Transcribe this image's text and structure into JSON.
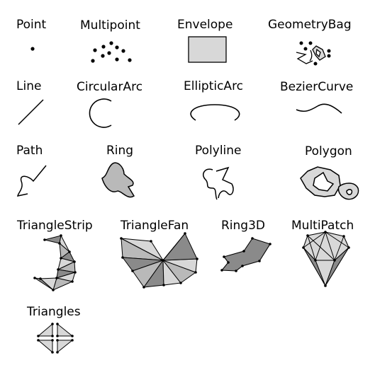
{
  "colors": {
    "fill_light": "#d8d8d8",
    "fill_mid": "#b9b9b9",
    "fill_dark": "#8a8a8a",
    "ink": "#000000"
  },
  "shapes": [
    {
      "key": "point",
      "label": "Point",
      "icon": "point-icon"
    },
    {
      "key": "multipoint",
      "label": "Multipoint",
      "icon": "multipoint-icon"
    },
    {
      "key": "envelope",
      "label": "Envelope",
      "icon": "envelope-icon"
    },
    {
      "key": "geometrybag",
      "label": "GeometryBag",
      "icon": "geometry-bag-icon"
    },
    {
      "key": "line",
      "label": "Line",
      "icon": "line-icon"
    },
    {
      "key": "circulararc",
      "label": "CircularArc",
      "icon": "circular-arc-icon"
    },
    {
      "key": "ellipticarc",
      "label": "EllipticArc",
      "icon": "elliptic-arc-icon"
    },
    {
      "key": "beziercurve",
      "label": "BezierCurve",
      "icon": "bezier-curve-icon"
    },
    {
      "key": "path",
      "label": "Path",
      "icon": "path-icon"
    },
    {
      "key": "ring",
      "label": "Ring",
      "icon": "ring-icon"
    },
    {
      "key": "polyline",
      "label": "Polyline",
      "icon": "polyline-icon"
    },
    {
      "key": "polygon",
      "label": "Polygon",
      "icon": "polygon-icon"
    },
    {
      "key": "trianglestrip",
      "label": "TriangleStrip",
      "icon": "triangle-strip-icon"
    },
    {
      "key": "trianglefan",
      "label": "TriangleFan",
      "icon": "triangle-fan-icon"
    },
    {
      "key": "ring3d",
      "label": "Ring3D",
      "icon": "ring3d-icon"
    },
    {
      "key": "multipatch",
      "label": "MultiPatch",
      "icon": "multipatch-icon"
    },
    {
      "key": "triangles",
      "label": "Triangles",
      "icon": "triangles-icon"
    }
  ]
}
